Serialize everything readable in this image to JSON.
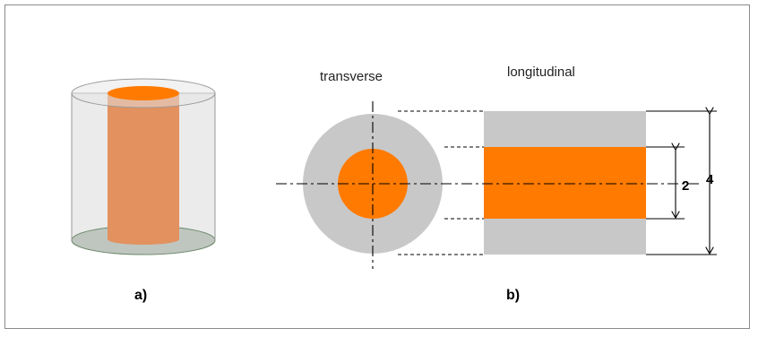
{
  "labels": {
    "transverse": "transverse",
    "longitudinal": "longitudinal",
    "panel_a": "a)",
    "panel_b": "b)",
    "inner_dimension": "2",
    "outer_dimension": "4"
  },
  "colors": {
    "core_orange": "#ff7a00",
    "core_3d": "#e2915f",
    "shell_gray": "#c8c8c8",
    "cylinder_fill": "#dedede",
    "guide_line": "#000000"
  }
}
